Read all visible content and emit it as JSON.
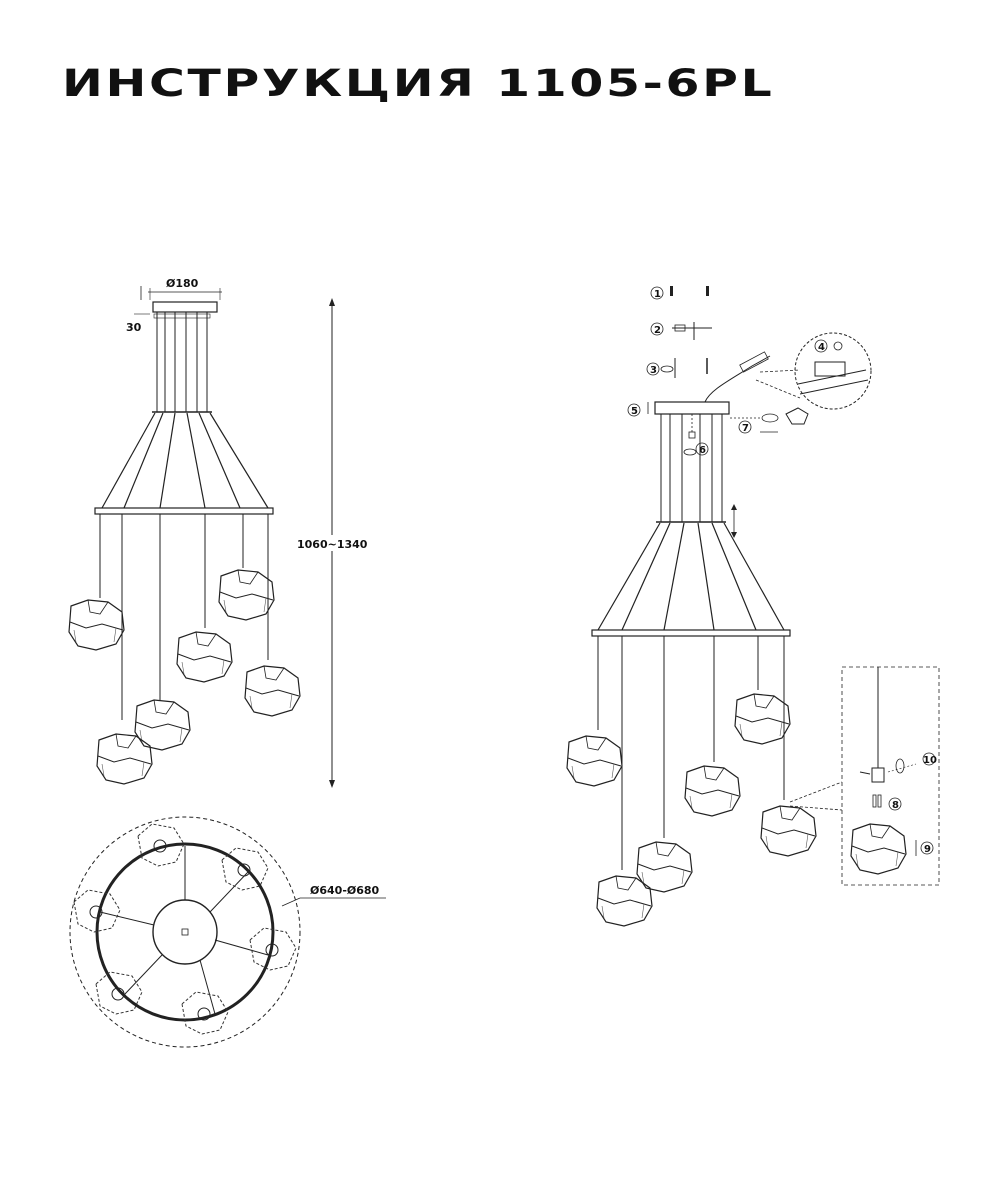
{
  "title": "ИНСТРУКЦИЯ 1105-6PL",
  "dimensions": {
    "canopy_diameter": "Ø180",
    "canopy_height": "30",
    "height_range": "1060~1340",
    "ring_diameter": "Ø640-Ø680"
  },
  "steps": [
    "1",
    "2",
    "3",
    "4",
    "5",
    "6",
    "7",
    "8",
    "9",
    "10"
  ],
  "colors": {
    "line": "#222222",
    "background": "#ffffff"
  }
}
